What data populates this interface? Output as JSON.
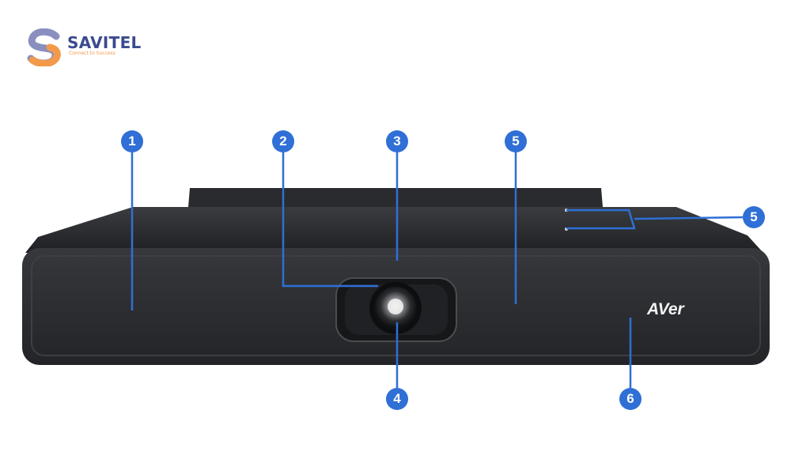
{
  "logo": {
    "name": "SAVITEL",
    "tagline": "Connect to Success",
    "colors": {
      "blue": "#3b4a8f",
      "orange": "#f29a4a"
    }
  },
  "product": {
    "brand": "AVer",
    "body_color": "#2b2d30",
    "callout_color": "#2f6fd6"
  },
  "callouts": [
    "1",
    "2",
    "3",
    "5",
    "5",
    "4",
    "6"
  ]
}
